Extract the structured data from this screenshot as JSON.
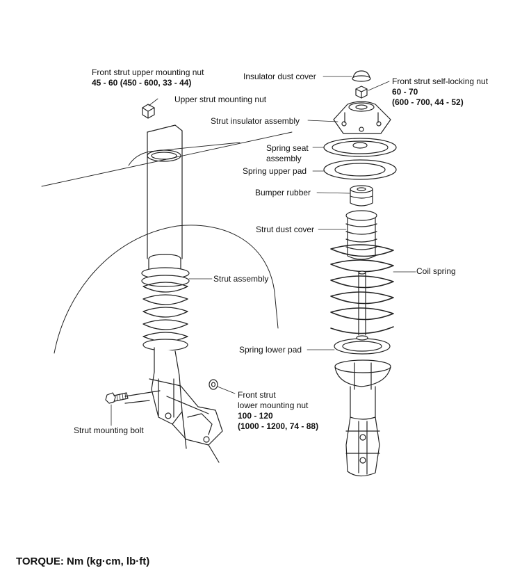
{
  "labels": {
    "front_strut_upper_nut": "Front strut upper mounting nut",
    "front_strut_upper_nut_torque": "45 - 60 (450 - 600, 33 - 44)",
    "upper_strut_nut": "Upper strut mounting nut",
    "insulator_dust_cover": "Insulator dust cover",
    "self_locking_nut": "Front strut self-locking nut",
    "self_locking_nut_torque_1": "60 - 70",
    "self_locking_nut_torque_2": "(600 - 700, 44 - 52)",
    "strut_insulator_assembly": "Strut insulator assembly",
    "spring_seat_1": "Spring seat",
    "spring_seat_2": "assembly",
    "spring_upper_pad": "Spring upper pad",
    "bumper_rubber": "Bumper rubber",
    "strut_dust_cover": "Strut dust cover",
    "coil_spring": "Coil spring",
    "strut_assembly": "Strut assembly",
    "spring_lower_pad": "Spring lower pad",
    "lower_nut_1": "Front strut",
    "lower_nut_2": "lower mounting nut",
    "lower_nut_torque_1": "100 - 120",
    "lower_nut_torque_2": "(1000 - 1200, 74 - 88)",
    "strut_mounting_bolt": "Strut mounting bolt"
  },
  "footer": {
    "torque_units": "TORQUE: Nm (kg·cm, lb·ft)"
  }
}
